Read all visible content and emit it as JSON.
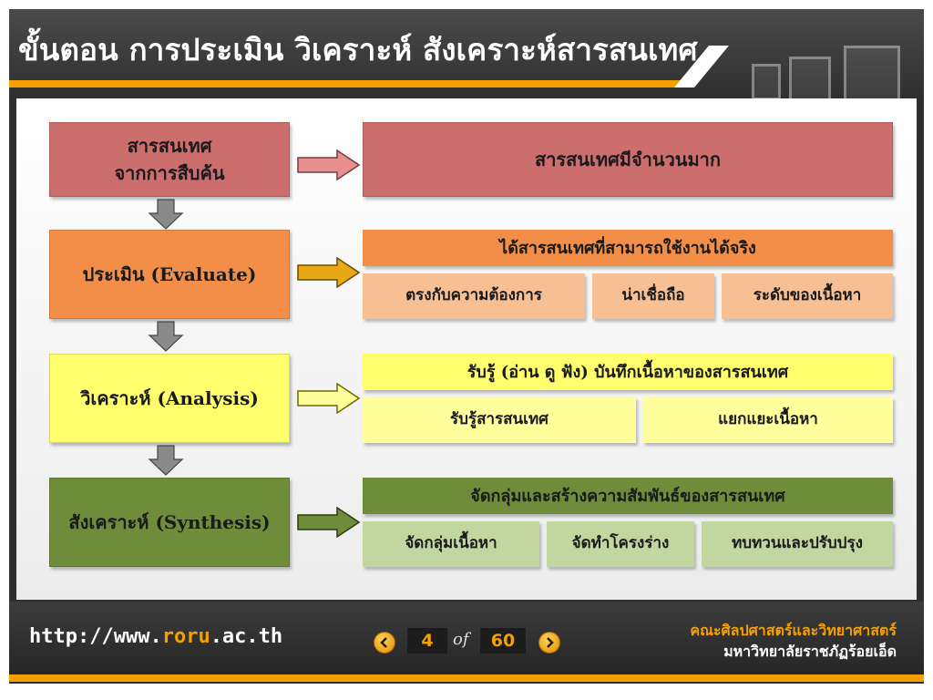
{
  "slide": {
    "title": "ขั้นตอน การประเมิน วิเคราะห์ สังเคราะห์สารสนเทศ"
  },
  "flow": {
    "source": {
      "line1": "สารสนเทศ",
      "line2": "จากการสืบค้น",
      "result": "สารสนเทศมีจำนวนมาก"
    },
    "evaluate": {
      "label": "ประเมิน (Evaluate)",
      "result": "ได้สารสนเทศที่สามารถใช้งานได้จริง",
      "criteria": [
        "ตรงกับความต้องการ",
        "น่าเชื่อถือ",
        "ระดับของเนื้อหา"
      ]
    },
    "analysis": {
      "label": "วิเคราะห์ (Analysis)",
      "result": "รับรู้ (อ่าน ดู ฟัง) บันทึกเนื้อหาของสารสนเทศ",
      "criteria": [
        "รับรู้สารสนเทศ",
        "แยกแยะเนื้อหา"
      ]
    },
    "synthesis": {
      "label": "สังเคราะห์ (Synthesis)",
      "result": "จัดกลุ่มและสร้างความสัมพันธ์ของสารสนเทศ",
      "criteria": [
        "จัดกลุ่มเนื้อหา",
        "จัดทำโครงร่าง",
        "ทบทวนและปรับปรุง"
      ]
    }
  },
  "footer": {
    "url_prefix": "http://www.",
    "url_highlight": "roru",
    "url_suffix": ".ac.th",
    "page_current": "4",
    "page_of": "of",
    "page_total": "60",
    "org_line1": "คณะศิลปศาสตร์และวิทยาศาสตร์",
    "org_line2": "มหาวิทยาลัยราชภัฏร้อยเอ็ด"
  },
  "colors": {
    "accent": "#f5a000",
    "source": "#cd6e6e",
    "evaluate": "#f28e47",
    "analysis": "#ffff6e",
    "synthesis": "#6f8c3b"
  }
}
